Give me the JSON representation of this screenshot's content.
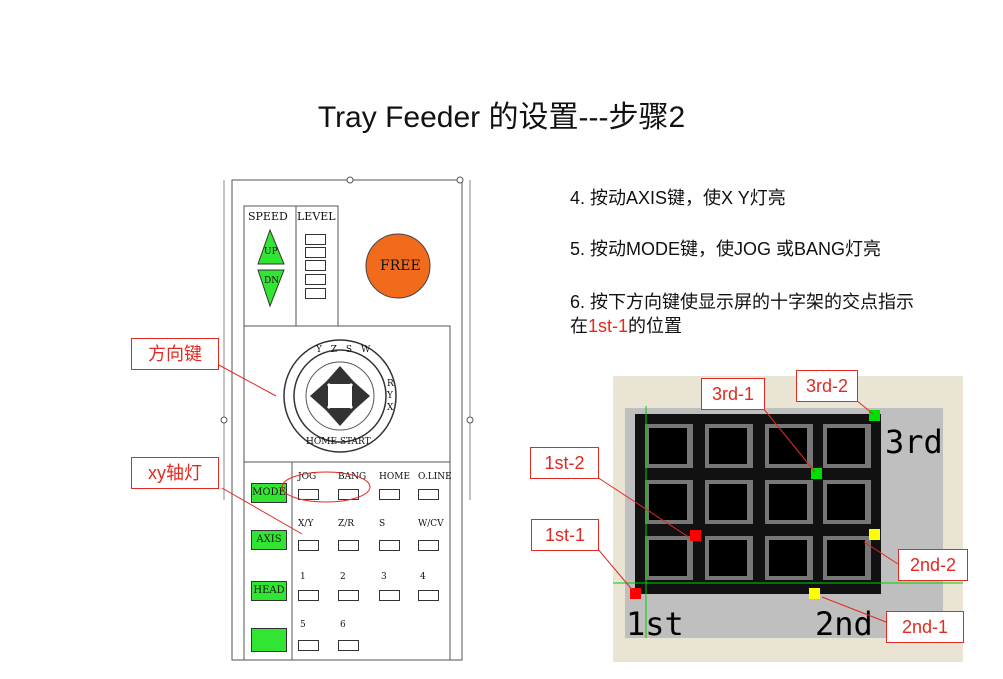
{
  "title": "Tray  Feeder 的设置---步骤2",
  "steps": {
    "s4": "4. 按动AXIS键，使X Y灯亮",
    "s5": "5. 按动MODE键，使JOG 或BANG灯亮",
    "s6_line1": "6. 按下方向键使显示屏的十字架的交点指示",
    "s6_line2_pre": "在",
    "s6_line2_red": "1st-1",
    "s6_line2_post": "的位置"
  },
  "panel": {
    "speed_label": "SPEED",
    "level_label": "LEVEL",
    "up_label": "UP",
    "dn_label": "DN",
    "free_label": "FREE",
    "dial_top": "Y Z S W",
    "dial_right": "R Y X",
    "dial_bottom": "HOME START",
    "row1_labels": [
      "JOG",
      "BANG",
      "HOME",
      "O.LINE"
    ],
    "row2_labels": [
      "X/Y",
      "Z/R",
      "S",
      "W/CV"
    ],
    "row3_labels": [
      "1",
      "2",
      "3",
      "4"
    ],
    "row4_labels": [
      "5",
      "6"
    ],
    "btn_mode": "MODE",
    "btn_axis": "AXIS",
    "btn_head": "HEAD"
  },
  "callouts": {
    "direction_keys": "方向键",
    "xy_led": "xy轴灯"
  },
  "tray": {
    "label_1st": "1st",
    "label_2nd": "2nd",
    "label_3rd": "3rd",
    "callout_3rd_1": "3rd-1",
    "callout_3rd_2": "3rd-2",
    "callout_1st_2": "1st-2",
    "callout_1st_1": "1st-1",
    "callout_2nd_2": "2nd-2",
    "callout_2nd_1": "2nd-1"
  },
  "colors": {
    "callout_red": "#e02a22",
    "green_button": "#33e533",
    "free_orange": "#f26b1d",
    "marker_red": "#ff0000",
    "marker_green": "#00e000",
    "marker_yellow": "#ffff00",
    "tray_bg": "#e9e4d3",
    "tray_panel": "#bfbfbf"
  }
}
